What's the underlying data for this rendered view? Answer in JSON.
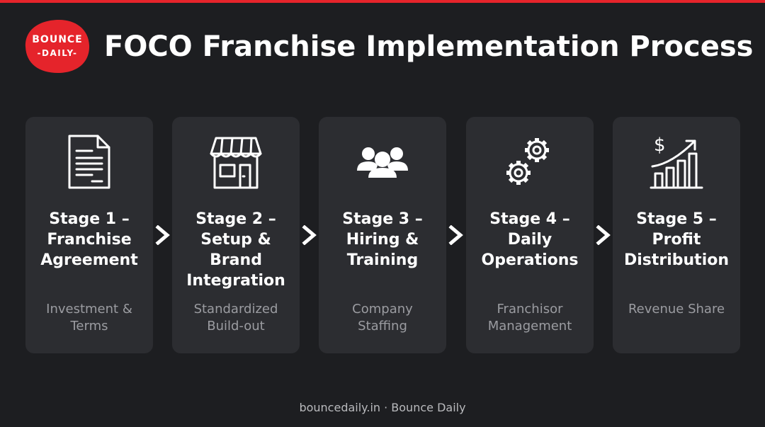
{
  "header": {
    "logo_line1": "BOUNCE",
    "logo_line2": "-DAILY-",
    "title": "FOCO Franchise Implementation Process"
  },
  "stages": [
    {
      "stage": "Stage 1 –\nFranchise\nAgreement",
      "desc": "Investment &\nTerms",
      "icon": "document-icon"
    },
    {
      "stage": "Stage 2 –\nSetup &\nBrand\nIntegration",
      "desc": "Standardized\nBuild-out",
      "icon": "storefront-icon"
    },
    {
      "stage": "Stage 3 –\nHiring &\nTraining",
      "desc": "Company\nStaffing",
      "icon": "people-icon"
    },
    {
      "stage": "Stage 4 –\nDaily\nOperations",
      "desc": "Franchisor\nManagement",
      "icon": "gears-icon"
    },
    {
      "stage": "Stage 5 –\nProfit\nDistribution",
      "desc": "Revenue Share",
      "icon": "growth-chart-icon"
    }
  ],
  "footer": {
    "text": "bouncedaily.in · Bounce Daily"
  },
  "colors": {
    "accent": "#e5242b",
    "background": "#1d1e21",
    "card": "#2c2d31",
    "muted_text": "#9b9ca1"
  }
}
